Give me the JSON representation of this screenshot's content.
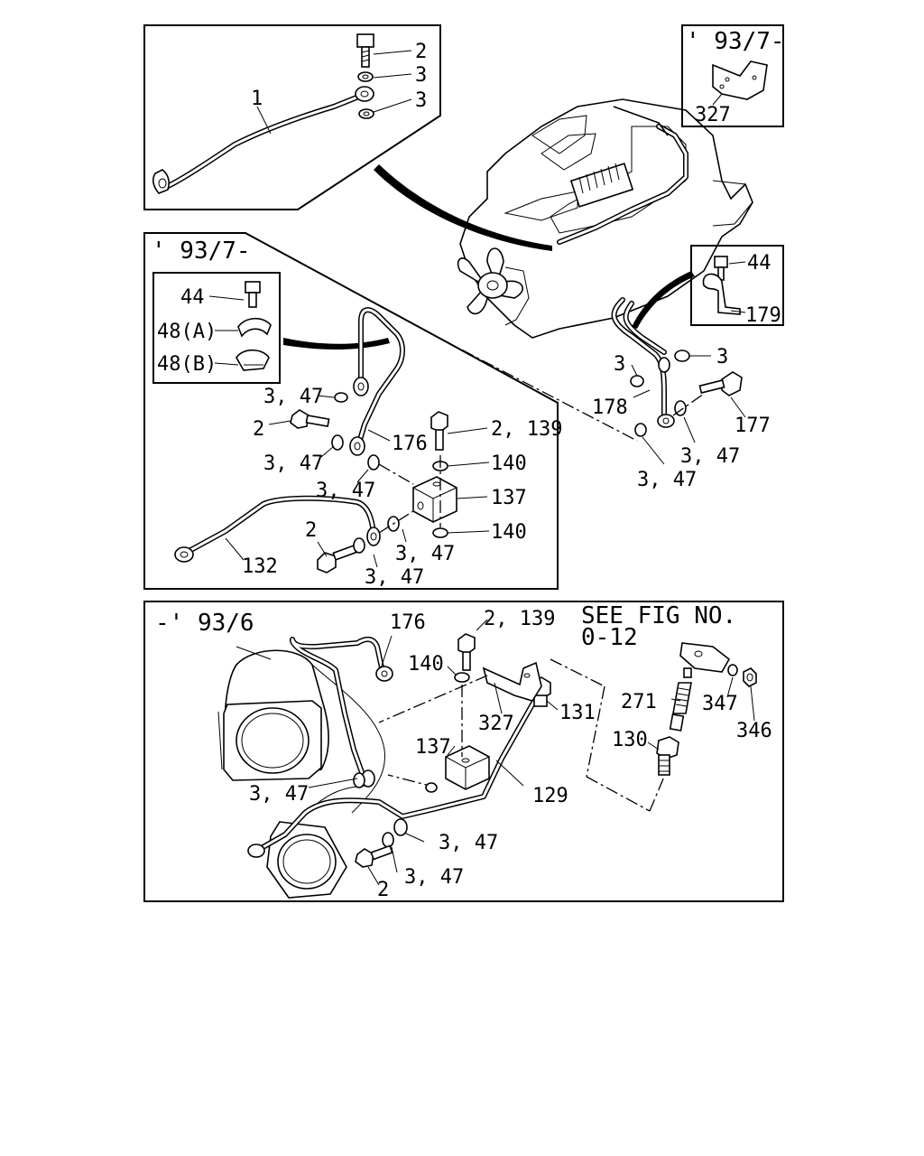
{
  "panels": {
    "top_left": {
      "callouts": {
        "c1": "1",
        "c2": "2",
        "c3a": "3",
        "c3b": "3"
      }
    },
    "top_right": {
      "date_note": "' 93/7-",
      "callouts": {
        "c327": "327"
      }
    },
    "right_clamp": {
      "callouts": {
        "c44": "44",
        "c179": "179"
      }
    },
    "engine_right": {
      "callouts": {
        "c3a": "3",
        "c3b": "3",
        "c178": "178",
        "c177": "177",
        "c347a": "3, 47",
        "c347b": "3, 47"
      }
    },
    "middle": {
      "date_note": "' 93/7-",
      "inset": {
        "callouts": {
          "c44": "44",
          "c48a": "48(A)",
          "c48b": "48(B)"
        }
      },
      "callouts": {
        "c347a": "3, 47",
        "c2a": "2",
        "c176": "176",
        "c2_139": "2, 139",
        "c347b": "3, 47",
        "c140a": "140",
        "c347c": "3, 47",
        "c137": "137",
        "c140b": "140",
        "c2b": "2",
        "c347d": "3, 47",
        "c132": "132",
        "c347e": "3, 47"
      }
    },
    "bottom": {
      "date_note": "-' 93/6",
      "see_fig_line1": "SEE FIG NO.",
      "see_fig_line2": "0-12",
      "callouts": {
        "c176": "176",
        "c2_139": "2, 139",
        "c140": "140",
        "c327": "327",
        "c131": "131",
        "c271": "271",
        "c347": "347",
        "c346": "346",
        "c130": "130",
        "c137": "137",
        "c129": "129",
        "c347a": "3, 47",
        "c347b": "3, 47",
        "c347c": "3, 47",
        "c2": "2"
      }
    }
  }
}
